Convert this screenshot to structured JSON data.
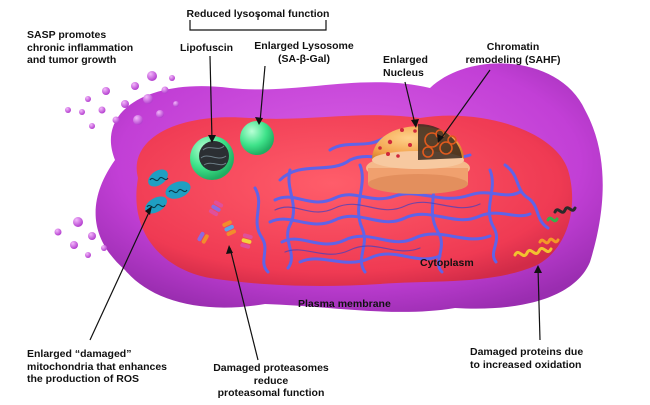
{
  "labels": {
    "sasp": "SASP promotes\nchronic inflammation\nand tumor growth",
    "reduced_lysosomal": "Reduced lysosomal function",
    "lipofuscin": "Lipofuscin",
    "enlarged_lysosome": "Enlarged Lysosome\n(SA-β-Gal)",
    "enlarged_nucleus": "Enlarged\nNucleus",
    "chromatin": "Chromatin\nremodeling (SAHF)",
    "cytoplasm": "Cytoplasm",
    "plasma_membrane": "Plasma membrane",
    "mitochondria": "Enlarged “damaged”\nmitochondria that enhances\nthe production of ROS",
    "proteasomes": "Damaged proteasomes reduce\nproteasomal function",
    "damaged_proteins": "Damaged proteins due\nto increased oxidation"
  },
  "colors": {
    "membrane": "#c23fd6",
    "cytoplasm": "#ef3a53",
    "lysosome": "#3fe38a",
    "nucleus": "#f2a24a",
    "er": "#5f63e8",
    "sasp_dots": "#c552d9",
    "mitochondria": "#1f9fc2",
    "chromatin": "#e05a1e"
  }
}
